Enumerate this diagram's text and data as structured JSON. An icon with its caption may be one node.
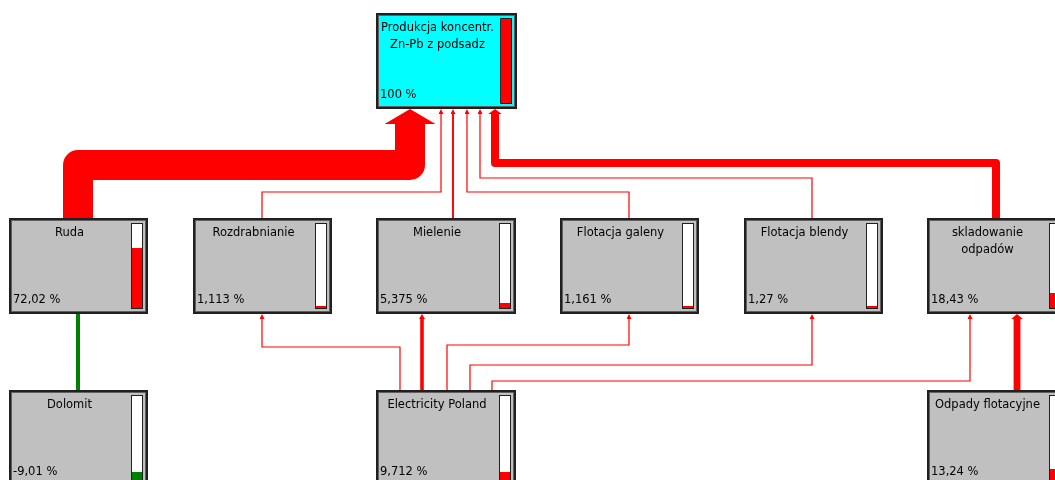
{
  "diagram": {
    "nodes": [
      {
        "text": [
          "Produkcja koncentr. Zn-Pb z podsadz",
          "100 %"
        ]
      },
      {
        "text": [
          "Ruda",
          "72,02 %"
        ]
      },
      {
        "text": [
          "Rozdrabnianie",
          "1,113 %"
        ]
      },
      {
        "text": [
          "Mielenie",
          "5,375 %"
        ]
      },
      {
        "text": [
          "Flotacja galeny",
          "1,161 %"
        ]
      },
      {
        "text": [
          "Flotacja blendy",
          "1,27 %"
        ]
      },
      {
        "text": [
          "skladowanie odpadów",
          "18,43 %"
        ]
      },
      {
        "text": [
          "Dolomit",
          "-9,01 %"
        ]
      },
      {
        "text": [
          "Electricity Poland",
          "9,712 %"
        ]
      },
      {
        "text": [
          "Odpady flotacyjne",
          "13,24 %"
        ]
      }
    ],
    "edges": [
      {
        "from": 1,
        "to": 0,
        "arrow": "to",
        "style": "thick"
      },
      {
        "from": 2,
        "to": 0,
        "arrow": "to"
      },
      {
        "from": 3,
        "to": 0,
        "arrow": "to"
      },
      {
        "from": 4,
        "to": 0,
        "arrow": "to"
      },
      {
        "from": 5,
        "to": 0,
        "arrow": "to"
      },
      {
        "from": 6,
        "to": 0,
        "arrow": "to",
        "style": "thick"
      },
      {
        "from": 7,
        "to": 1,
        "arrow": "none",
        "style": "thick",
        "color": "#008000"
      },
      {
        "from": 8,
        "to": 2,
        "arrow": "to"
      },
      {
        "from": 8,
        "to": 3,
        "arrow": "to",
        "style": "thick"
      },
      {
        "from": 8,
        "to": 4,
        "arrow": "to"
      },
      {
        "from": 8,
        "to": 5,
        "arrow": "to"
      },
      {
        "from": 8,
        "to": 6,
        "arrow": "to"
      },
      {
        "from": 9,
        "to": 6,
        "arrow": "to",
        "style": "thick"
      }
    ]
  }
}
